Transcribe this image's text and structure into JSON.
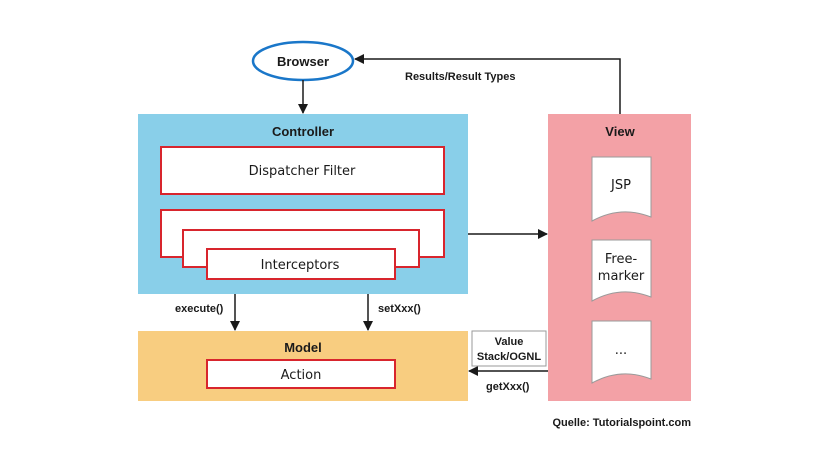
{
  "browser": {
    "label": "Browser"
  },
  "controller": {
    "title": "Controller",
    "dispatcher": "Dispatcher Filter",
    "interceptors": "Interceptors",
    "color": "#89cfe9"
  },
  "model": {
    "title": "Model",
    "action": "Action",
    "color": "#f8cd80"
  },
  "view": {
    "title": "View",
    "color": "#f3a1a6",
    "docs": [
      {
        "lines": [
          "JSP"
        ]
      },
      {
        "lines": [
          "Free-",
          "marker"
        ]
      },
      {
        "lines": [
          "..."
        ]
      }
    ]
  },
  "arrows": {
    "results": "Results/Result Types",
    "execute": "execute()",
    "setxxx": "setXxx()",
    "getxxx": "getXxx()",
    "value_stack": [
      "Value",
      "Stack/OGNL"
    ]
  },
  "source": "Quelle: Tutorialspoint.com",
  "colors": {
    "box_border": "#d8252d",
    "browser_border": "#1a77c9"
  }
}
